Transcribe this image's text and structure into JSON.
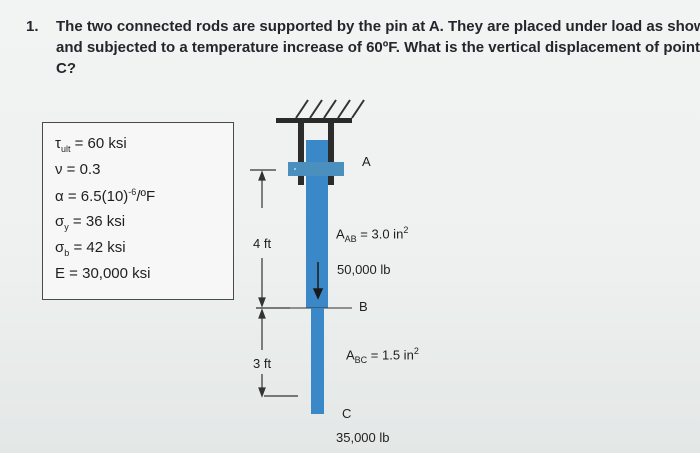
{
  "question": {
    "number": "1.",
    "text": "The two connected rods are supported by the pin at A. They are placed under load as shown and subjected to a temperature increase of 60ºF. What is the vertical displacement of point C?"
  },
  "properties": [
    {
      "symbol": "τ",
      "sub": "ult",
      "rest": " = 60 ksi"
    },
    {
      "symbol": "ν",
      "sub": "",
      "rest": " = 0.3"
    },
    {
      "symbol": "α",
      "sub": "",
      "rest": " = 6.5(10)",
      "sup": "-6",
      "tail": "/ºF"
    },
    {
      "symbol": "σ",
      "sub": "y",
      "rest": " = 36 ksi"
    },
    {
      "symbol": "σ",
      "sub": "b",
      "rest": " = 42 ksi"
    },
    {
      "symbol": "E",
      "sub": "",
      "rest": " = 30,000 ksi"
    }
  ],
  "figure": {
    "point_a": "A",
    "point_b": "B",
    "point_c": "C",
    "area_ab": {
      "symbol": "A",
      "sub": "AB",
      "rest": " = 3.0 in",
      "sup": "2"
    },
    "area_bc": {
      "symbol": "A",
      "sub": "BC",
      "rest": " = 1.5 in",
      "sup": "2"
    },
    "load_b": "50,000 lb",
    "load_c": "35,000 lb",
    "length_ab": "4 ft",
    "length_bc": "3 ft"
  }
}
